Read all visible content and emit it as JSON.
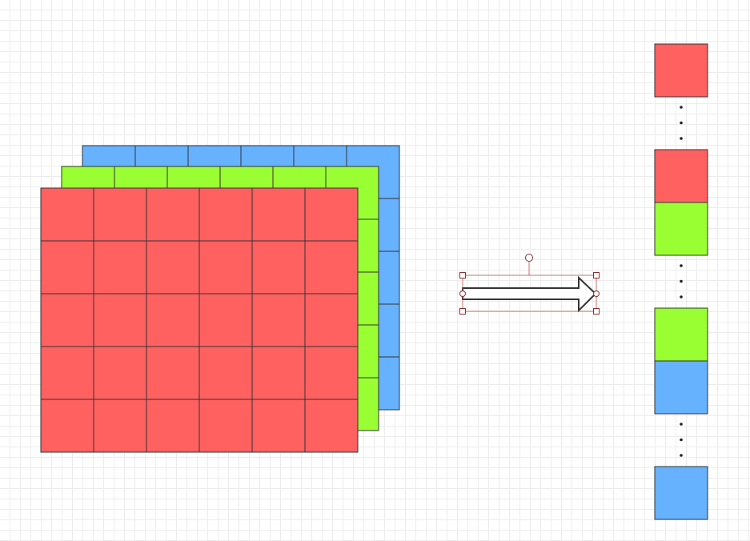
{
  "colors": {
    "red": "#ff6060",
    "green": "#99ff33",
    "blue": "#66b2ff",
    "outline": "#333333",
    "grid": "#ececec",
    "selection": "#b85450"
  },
  "feature_map": {
    "rows": 5,
    "cols": 6,
    "channels": [
      "blue",
      "green",
      "red"
    ]
  },
  "arrow": {
    "icon": "right-arrow-icon",
    "selected": true
  },
  "flattened_vector": {
    "segments": [
      {
        "cells": [
          "red"
        ],
        "gap_after": true
      },
      {
        "cells": [
          "red",
          "green"
        ],
        "gap_after": true
      },
      {
        "cells": [
          "green",
          "blue"
        ],
        "gap_after": true
      },
      {
        "cells": [
          "blue"
        ],
        "gap_after": false
      }
    ],
    "ellipsis_dots": 3
  }
}
